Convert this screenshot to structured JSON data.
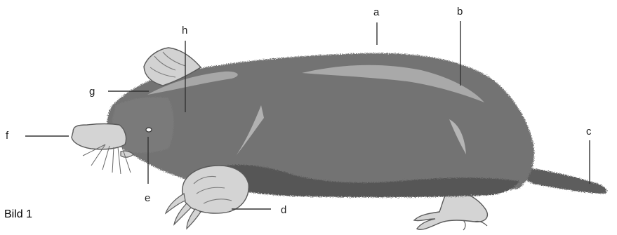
{
  "figure": {
    "caption": "Bild 1",
    "subject": "mole-illustration"
  },
  "labels": [
    {
      "id": "a",
      "text": "a"
    },
    {
      "id": "b",
      "text": "b"
    },
    {
      "id": "c",
      "text": "c"
    },
    {
      "id": "d",
      "text": "d"
    },
    {
      "id": "e",
      "text": "e"
    },
    {
      "id": "f",
      "text": "f"
    },
    {
      "id": "g",
      "text": "g"
    },
    {
      "id": "h",
      "text": "h"
    }
  ],
  "colors": {
    "body_dark": "#555555",
    "body_mid": "#7a7a7a",
    "body_light": "#a9a9a9",
    "highlight": "#b8b8b8",
    "skin": "#d4d4d4",
    "skin_outline": "#5a5a5a",
    "leader_line": "#333333"
  }
}
